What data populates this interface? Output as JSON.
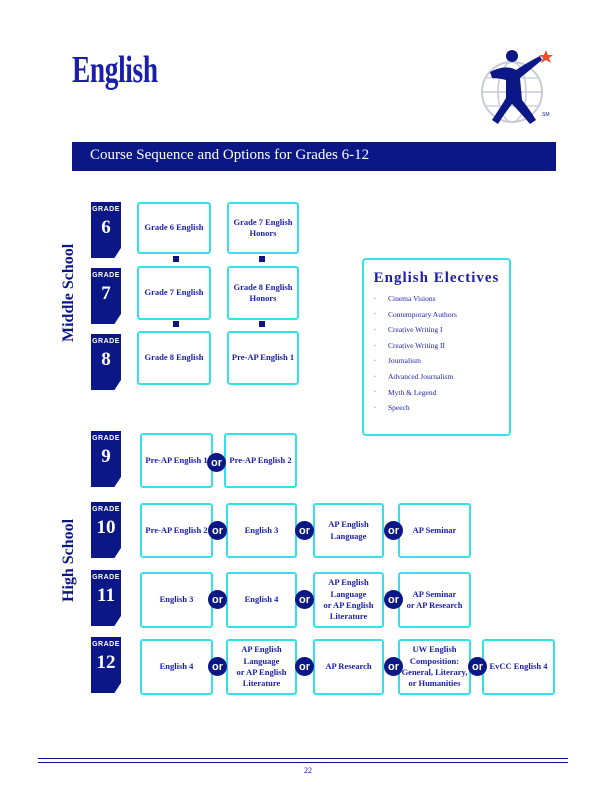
{
  "page": {
    "title": "English",
    "page_number": "22"
  },
  "banner": {
    "text": "Course Sequence and Options for Grades 6-12"
  },
  "sections": {
    "middle": "Middle School",
    "high": "High School"
  },
  "grade_word": "GRADE",
  "grades": [
    "6",
    "7",
    "8",
    "9",
    "10",
    "11",
    "12"
  ],
  "or_label": "or",
  "courses": {
    "g6a": "Grade 6 English",
    "g6b": "Grade 7 English\nHonors",
    "g7a": "Grade 7 English",
    "g7b": "Grade 8 English\nHonors",
    "g8a": "Grade 8 English",
    "g8b": "Pre-AP English 1",
    "g9a": "Pre-AP English 1",
    "g9b": "Pre-AP English 2",
    "g10a": "Pre-AP English 2",
    "g10b": "English 3",
    "g10c": "AP English\nLanguage",
    "g10d": "AP Seminar",
    "g11a": "English 3",
    "g11b": "English 4",
    "g11c": "AP English\nLanguage\nor AP English\nLiterature",
    "g11d": "AP Seminar\nor AP Research",
    "g12a": "English 4",
    "g12b": "AP English\nLanguage\nor AP English\nLiterature",
    "g12c": "AP Research",
    "g12d": "UW English\nComposition:\nGeneral, Literary,\nor Humanities",
    "g12e": "EvCC English 4"
  },
  "electives": {
    "title": "English Electives",
    "items": [
      "Cinema Visions",
      "Contemporary Authors",
      "Creative Writing I",
      "Creative Writing II",
      "Journalism",
      "Advanced Journalism",
      "Myth & Legend",
      "Speech"
    ]
  },
  "logo": {
    "icon": "star-figure-globe-logo"
  },
  "colors": {
    "navy": "#0b1786",
    "text_blue": "#1a1ea8",
    "box_border": "#36e0ea",
    "star": "#e8502a"
  }
}
